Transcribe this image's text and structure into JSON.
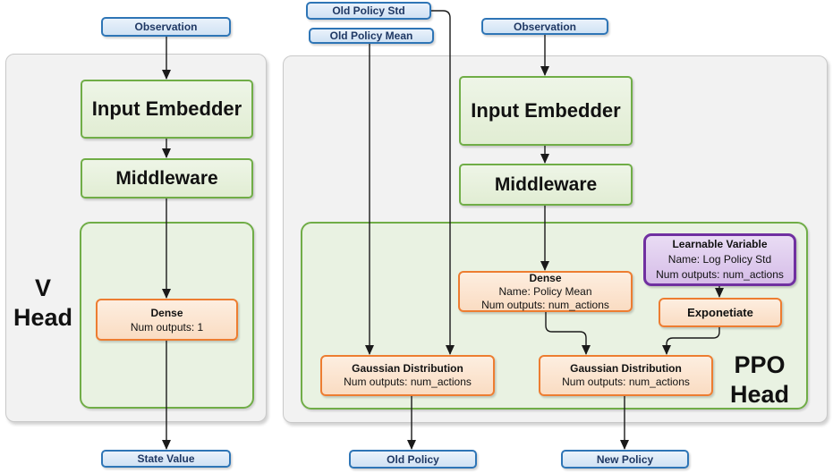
{
  "v": {
    "input_label": "Observation",
    "embedder": "Input Embedder",
    "middleware": "Middleware",
    "dense": {
      "title": "Dense",
      "outputs": "Num outputs: 1"
    },
    "label_line1": "V",
    "label_line2": "Head",
    "output_label": "State Value"
  },
  "ppo": {
    "old_policy_std": "Old Policy Std",
    "old_policy_mean": "Old Policy Mean",
    "input_label": "Observation",
    "embedder": "Input Embedder",
    "middleware": "Middleware",
    "dense": {
      "title": "Dense",
      "name": "Name: Policy Mean",
      "outputs": "Num outputs: num_actions"
    },
    "learnable": {
      "title": "Learnable Variable",
      "name": "Name: Log Policy Std",
      "outputs": "Num outputs: num_actions"
    },
    "exponetiate": "Exponetiate",
    "gaussian_old": {
      "title": "Gaussian Distribution",
      "outputs": "Num outputs: num_actions"
    },
    "gaussian_new": {
      "title": "Gaussian Distribution",
      "outputs": "Num outputs: num_actions"
    },
    "label_line1": "PPO",
    "label_line2": "Head",
    "output_old": "Old Policy",
    "output_new": "New Policy"
  },
  "colors": {
    "blue_border": "#2e75b6",
    "green_border": "#70ad47",
    "green_panel": "#e9f2e2",
    "orange_border": "#ed7d31",
    "purple_border": "#7030a0",
    "panel_fill": "#f2f2f2"
  }
}
